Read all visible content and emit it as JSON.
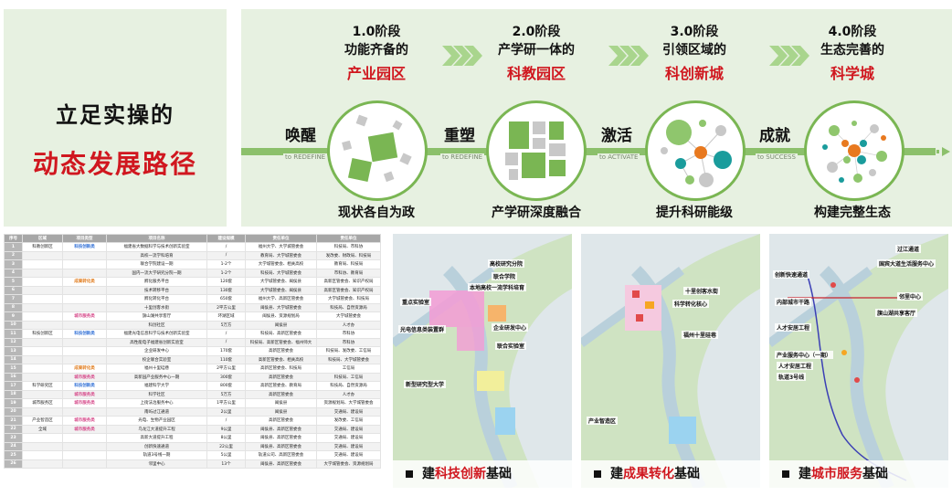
{
  "title": {
    "line1": "立足实操的",
    "line2": "动态发展路径"
  },
  "stages": [
    {
      "phase": "1.0阶段",
      "desc": "功能齐备的",
      "name": "产业园区",
      "bottom": "现状各自为政"
    },
    {
      "phase": "2.0阶段",
      "desc": "产学研一体的",
      "name": "科教园区",
      "bottom": "产学研深度融合"
    },
    {
      "phase": "3.0阶段",
      "desc": "引领区域的",
      "name": "科创新城",
      "bottom": "提升科研能级"
    },
    {
      "phase": "4.0阶段",
      "desc": "生态完善的",
      "name": "科学城",
      "bottom": "构建完整生态"
    }
  ],
  "verbs": [
    {
      "cn": "唤醒",
      "en": "to REDEFINE"
    },
    {
      "cn": "重塑",
      "en": "to REDEFINE"
    },
    {
      "cn": "激活",
      "en": "to ACTIVATE"
    },
    {
      "cn": "成就",
      "en": "to SUCCESS"
    }
  ],
  "colors": {
    "green": "#7ab653",
    "red": "#d0171f",
    "orange": "#e8791f",
    "teal": "#1a9c9c",
    "grey": "#c8c8c8"
  },
  "table": {
    "headers": [
      "序号",
      "区域",
      "项目类型",
      "项目名称",
      "建设规模",
      "责任单位",
      "责任单位"
    ],
    "rows": [
      [
        "1",
        "科教创新区",
        "科技创新类",
        "福建省大数据科学与技术创新实验室",
        "/",
        "福州大学、大学城管委会",
        "科技局、市科协"
      ],
      [
        "2",
        "",
        "",
        "高校一流学科培育",
        "/",
        "教育局、大学城管委会",
        "发改委、财政局、科技局"
      ],
      [
        "3",
        "",
        "",
        "联合学院建设一期",
        "1-2个",
        "大学城管委会、相关高校",
        "教育局、科技局"
      ],
      [
        "4",
        "",
        "",
        "国内一流大学研究分院一期",
        "1-2个",
        "科技局、大学城管委会",
        "市科协、教育局"
      ],
      [
        "5",
        "",
        "成果转化类",
        "孵化服务平台",
        "120套",
        "大学城管委会、闽侯县",
        "高新区管委会、知识产权局"
      ],
      [
        "6",
        "",
        "",
        "技术转移平台",
        "130套",
        "大学城管委会、闽侯县",
        "高新区管委会、知识产权局"
      ],
      [
        "7",
        "",
        "",
        "孵化转化平台",
        "650套",
        "福州大学、高新区管委会",
        "大学城管委会、科技局"
      ],
      [
        "8",
        "",
        "",
        "十里创客水街",
        "2平方公里",
        "闽侯县、大学城管委会",
        "科技局、自然资源局"
      ],
      [
        "9",
        "",
        "城市服务类",
        "旗山湖共享客厅",
        "环湖区域",
        "闽侯县、资源规划局",
        "大学城管委会"
      ],
      [
        "10",
        "",
        "",
        "科创社区",
        "5万方",
        "闽侯县",
        "人才办"
      ],
      [
        "11",
        "科技创新区",
        "科技创新类",
        "福建光电信息科学与技术创新实验室",
        "/",
        "科技局、高新区管委会",
        "市科协"
      ],
      [
        "12",
        "",
        "",
        "高性能电子福建省创新实验室",
        "/",
        "科技局、高新区管委会、福州师大",
        "市科协"
      ],
      [
        "13",
        "",
        "",
        "企业研发中心",
        "170套",
        "高新区管委会",
        "科技局、发改委、工信局"
      ],
      [
        "14",
        "",
        "",
        "校企联合实验室",
        "110套",
        "高新区管委会、相关高校",
        "科技局、大学城管委会"
      ],
      [
        "15",
        "",
        "成果转化类",
        "福州十里硅巷",
        "2平方公里",
        "高新区管委会、科技局",
        "工信局"
      ],
      [
        "16",
        "",
        "城市服务类",
        "高新园产业服务中心一期",
        "300套",
        "高新区管委会",
        "科技局、工信局"
      ],
      [
        "17",
        "科学研究区",
        "科技创新类",
        "福建科学大学",
        "800套",
        "高新区管委会、教育局",
        "科技局、自然资源局"
      ],
      [
        "18",
        "",
        "城市服务类",
        "科学社区",
        "5万方",
        "高新区管委会",
        "人才办"
      ],
      [
        "19",
        "城市服务区",
        "城市服务类",
        "上街法治服务中心",
        "1平方公里",
        "闽侯县",
        "资源规划局、大学城管委会"
      ],
      [
        "20",
        "",
        "",
        "南屿过江通道",
        "2公里",
        "闽侯县",
        "交通局、建设局"
      ],
      [
        "21",
        "产业智造区",
        "城市服务类",
        "光电、生物产业园区",
        "/",
        "高新区管委会",
        "发改委、工信局"
      ],
      [
        "22",
        "全域",
        "城市服务类",
        "乌龙江大道提升工程",
        "9公里",
        "闽侯县、高新区管委会",
        "交通局、建设局"
      ],
      [
        "23",
        "",
        "",
        "高新大道提升工程",
        "8公里",
        "闽侯县、高新区管委会",
        "交通局、建设局"
      ],
      [
        "24",
        "",
        "",
        "创新快速通道",
        "22公里",
        "闽侯县、高新区管委会",
        "交通局、建设局"
      ],
      [
        "25",
        "",
        "",
        "轨道3号线一期",
        "5公里",
        "轨道公司、高新区管委会",
        "交通局、建设局"
      ],
      [
        "26",
        "",
        "",
        "邻里中心",
        "13个",
        "闽侯县、高新区管委会",
        "大学城管委会、资源规划局"
      ]
    ]
  },
  "maps": [
    {
      "caption_pre": "建",
      "caption_hl": "科技创新",
      "caption_post": "基础",
      "labels": [
        "重点实验室",
        "光电信息类装置群",
        "高校研究分院",
        "联合学院",
        "本地高校一流学科培育",
        "企业研发中心",
        "联合实验室",
        "新型研究型大学"
      ]
    },
    {
      "caption_pre": "建",
      "caption_hl": "成果转化",
      "caption_post": "基础",
      "labels": [
        "十里创客水街",
        "科学转化核心",
        "福州十里硅巷",
        "产业智造区"
      ]
    },
    {
      "caption_pre": "建",
      "caption_hl": "城市服务",
      "caption_post": "基础",
      "labels": [
        "过江通道",
        "国宾大道生活服务中心",
        "创新快速通道",
        "邻里中心",
        "内部城市干路",
        "旗山湖共享客厅",
        "人才安居工程",
        "产业服务中心（一期）",
        "人才安居工程",
        "轨道3号线"
      ]
    }
  ]
}
